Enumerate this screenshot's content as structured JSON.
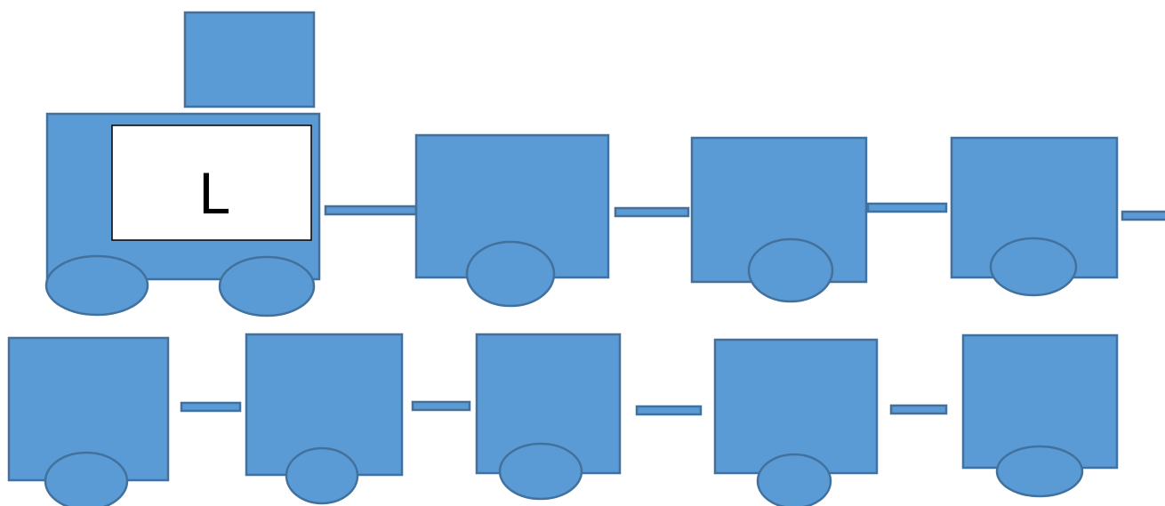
{
  "engine": {
    "window_letter": "L"
  },
  "colors": {
    "car_fill": "#5b9bd5",
    "car_outline": "#41719c",
    "window_fill": "#ffffff",
    "letter": "#000000"
  },
  "counts": {
    "row1_cars": 3,
    "row2_cars": 5
  }
}
